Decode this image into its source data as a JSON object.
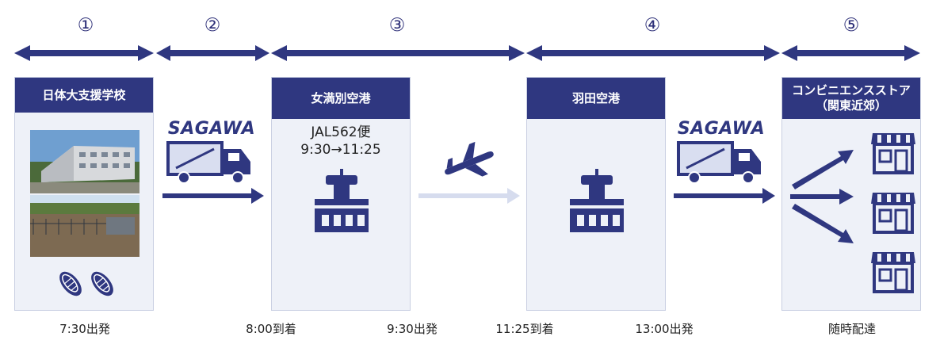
{
  "steps": [
    "①",
    "②",
    "③",
    "④",
    "⑤"
  ],
  "nodes": {
    "school": "日体大支援学校",
    "airport_origin": "女満別空港",
    "airport_dest": "羽田空港",
    "store_line1": "コンビニエンスストア",
    "store_line2": "（関東近郊）"
  },
  "flight": {
    "number": "JAL562便",
    "schedule": "9:30→11:25"
  },
  "carriers": {
    "truck1": "SAGAWA",
    "truck2": "SAGAWA"
  },
  "times": {
    "t1": "7:30出発",
    "t2": "8:00到着",
    "t3": "9:30出発",
    "t4": "11:25到着",
    "t5": "13:00出発",
    "t6": "随時配達"
  },
  "colors": {
    "navy": "#2f3780",
    "card": "#eef1f8",
    "muted_arrow": "#d6dcee"
  }
}
